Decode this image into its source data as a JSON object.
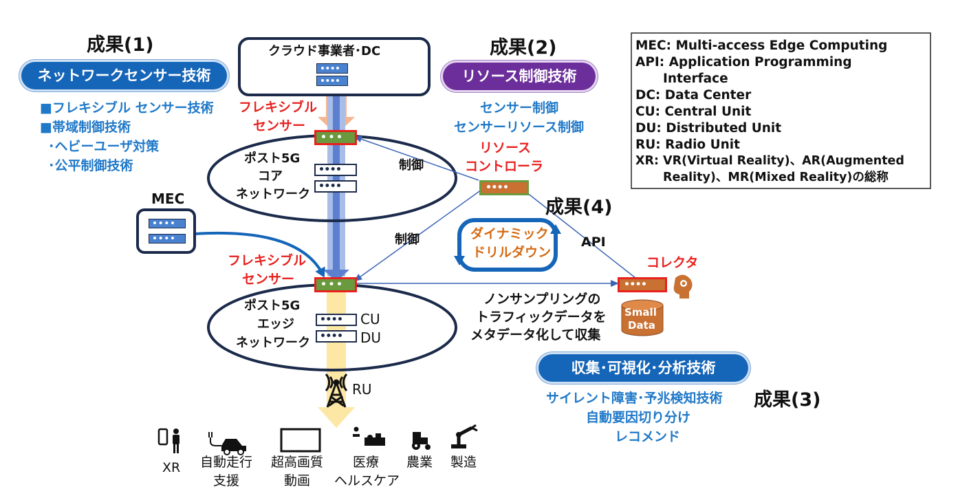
{
  "results": {
    "r1": "成果(1)",
    "r2": "成果(2)",
    "r3": "成果(3)",
    "r4": "成果(4)"
  },
  "tech": {
    "network_sensor": "ネットワークセンサー技術",
    "resource_control": "リソース制御技術",
    "collection": "収集･可視化･分析技術"
  },
  "r1_items": [
    "■フレキシブル センサー技術",
    "■帯域制御技術",
    "･ヘビーユーザ対策",
    "･公平制御技術"
  ],
  "r2_items": [
    "センサー制御",
    "センサーリソース制御"
  ],
  "r3_items": [
    "サイレント障害･予兆検知技術",
    "自動要因切り分け",
    "レコメンド"
  ],
  "cloud_title": "クラウド事業者･DC",
  "flex_sensor_top": [
    "フレキシブル",
    "センサー"
  ],
  "flex_sensor_bottom": [
    "フレキシブル",
    "センサー"
  ],
  "core_net": [
    "ポスト5G",
    "コア",
    "ネットワーク"
  ],
  "edge_net": [
    "ポスト5G",
    "エッジ",
    "ネットワーク"
  ],
  "cu_label": "CU",
  "du_label": "DU",
  "ru_label": "RU",
  "mec_label": "MEC",
  "controller": [
    "リソース",
    "コントローラ"
  ],
  "control_label": "制御",
  "control_label2": "制御",
  "api_label": "API",
  "dynamic": [
    "ダイナミック",
    "ドリルダウン"
  ],
  "collector_label": "コレクタ",
  "small_data": [
    "Small",
    "Data"
  ],
  "nonsampling": [
    "ノンサンプリングの",
    "トラフィックデータを",
    "メタデータ化して収集"
  ],
  "legend": [
    "MEC: Multi-access Edge Computing",
    "API: Application Programming",
    "Interface",
    "DC: Data Center",
    "CU: Central Unit",
    "DU: Distributed Unit",
    "RU: Radio Unit",
    "XR: VR(Virtual Reality)、AR(Augmented",
    "Reality)、MR(Mixed Reality)の総称"
  ],
  "apps": [
    {
      "icon": "smartphone-person-icon",
      "label": [
        "XR"
      ]
    },
    {
      "icon": "ev-car-icon",
      "label": [
        "自動走行",
        "支援"
      ]
    },
    {
      "icon": "display-icon",
      "label": [
        "超高画質",
        "動画"
      ]
    },
    {
      "icon": "medical-bed-icon",
      "label": [
        "医療",
        "ヘルスケア"
      ]
    },
    {
      "icon": "tractor-icon",
      "label": [
        "農業"
      ]
    },
    {
      "icon": "robot-arm-icon",
      "label": [
        "製造"
      ]
    }
  ],
  "colors": {
    "dark_navy": "#1b2a4a",
    "accent_blue": "#1565b8",
    "accent_purple": "#6b2e9a",
    "sensor_green": "#6a9a3e",
    "sensor_border": "#e8201e",
    "collector_orange": "#c87132",
    "text_red": "#e8201e",
    "text_blue": "#1f78c8",
    "text_orange": "#d46a12"
  }
}
